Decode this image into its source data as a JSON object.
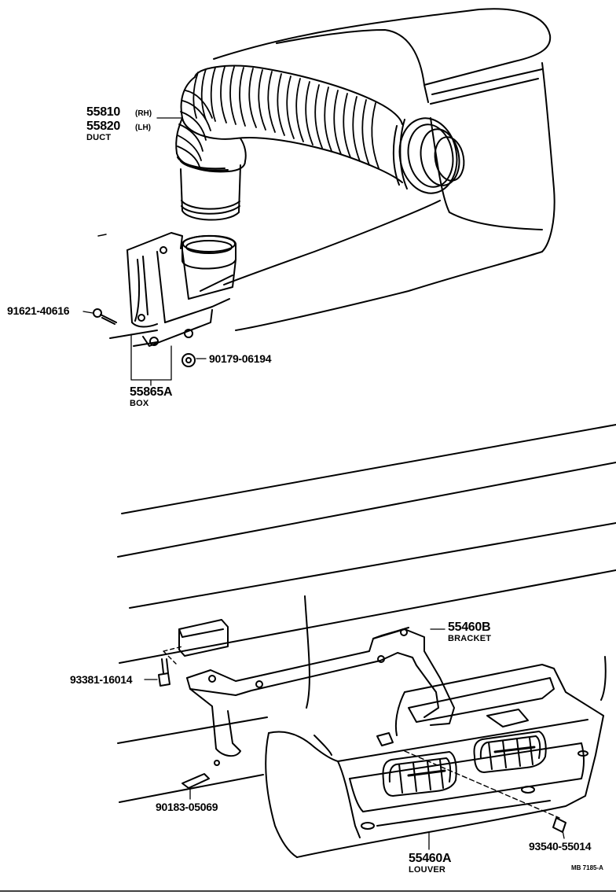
{
  "top_assembly": {
    "duct": {
      "part_rh": "55810",
      "part_lh": "55820",
      "rh_tag": "(RH)",
      "lh_tag": "(LH)",
      "name": "DUCT"
    },
    "screw": {
      "part": "91621-40616"
    },
    "nut": {
      "part": "90179-06194"
    },
    "box": {
      "part": "55865A",
      "name": "BOX"
    }
  },
  "bottom_assembly": {
    "bracket": {
      "part": "55460B",
      "name": "BRACKET"
    },
    "bolt": {
      "part": "93381-16014"
    },
    "clip": {
      "part": "90183-05069"
    },
    "screw": {
      "part": "93540-55014"
    },
    "louver": {
      "part": "55460A",
      "name": "LOUVER"
    }
  },
  "figure_code": "MB 7185-A"
}
